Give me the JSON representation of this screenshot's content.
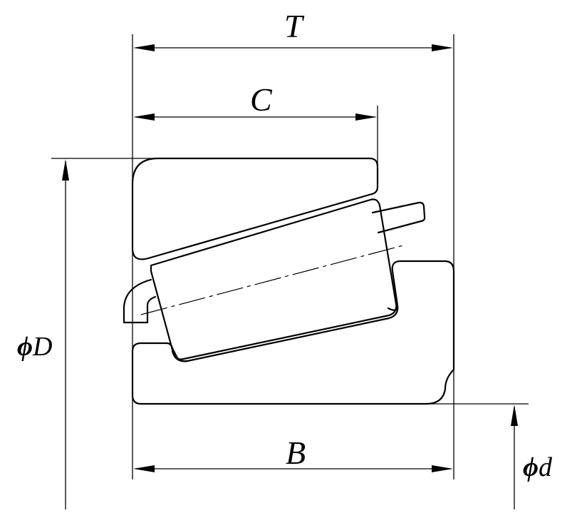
{
  "labels": {
    "T": "T",
    "C": "C",
    "B": "B",
    "phi": "ϕ",
    "D": "D",
    "d": "d"
  }
}
